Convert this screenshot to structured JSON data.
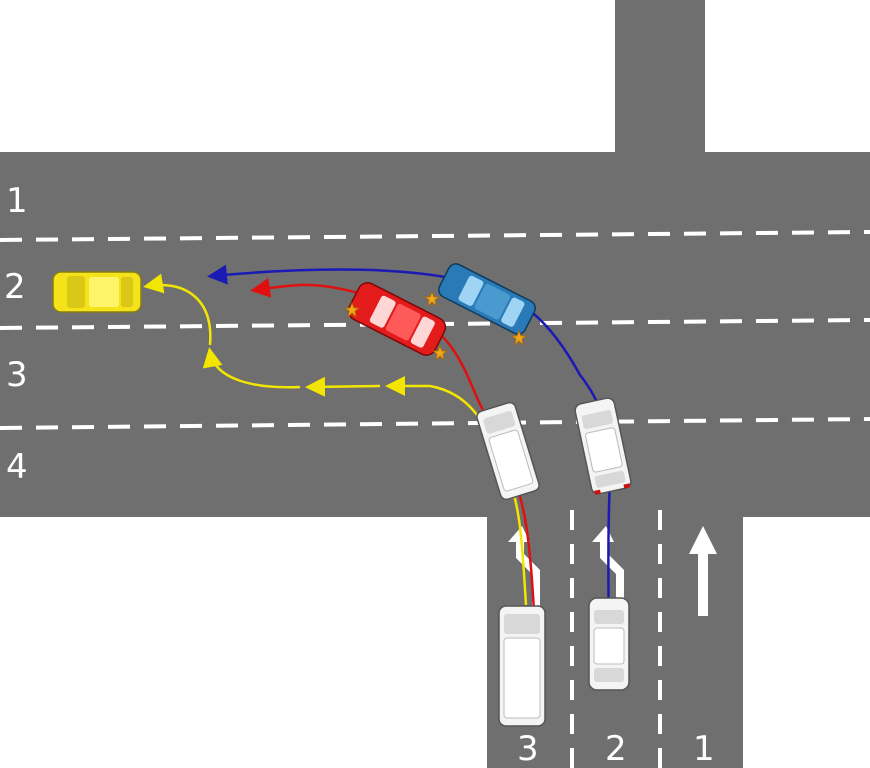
{
  "horizontal_lane_numbers": [
    "1",
    "2",
    "3",
    "4"
  ],
  "vertical_lane_numbers": [
    "3",
    "2",
    "1"
  ],
  "colors": {
    "road": "#6f6f6f",
    "marking": "#ffffff",
    "yellow_path": "#f2e600",
    "red_path": "#e01010",
    "blue_path": "#1a1ab4",
    "yellow_car": "#f4e21a",
    "red_car": "#e41b1b",
    "blue_car": "#2a7ab8",
    "white_car": "#f4f4f4",
    "collision_star": "#f0a818"
  },
  "icons": [
    "straight-arrow-icon",
    "left-turn-arrow-icon",
    "collision-star-icon"
  ]
}
